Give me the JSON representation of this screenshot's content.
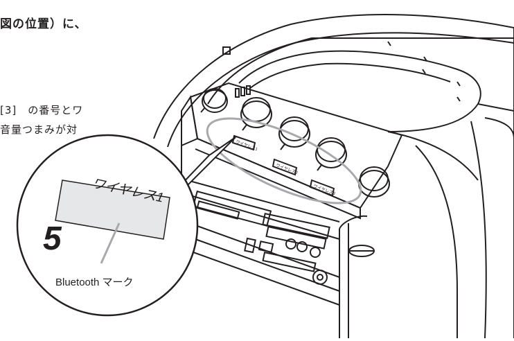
{
  "header_text": "図の位置）に、",
  "body_text_line1": "[3]　の番号とワ",
  "body_text_line2": "音量つまみが対",
  "callout": {
    "label_text": "ワイヤレス1",
    "number": "5",
    "bluetooth_label": "Bluetooth マーク"
  },
  "small_labels": [
    "ワイヤレス1",
    "ワイヤレス2",
    "ワイヤレス3"
  ],
  "colors": {
    "line": "#231f20",
    "highlight_ellipse": "#a7a9ac",
    "callout_fill": "#e6e7e8"
  }
}
